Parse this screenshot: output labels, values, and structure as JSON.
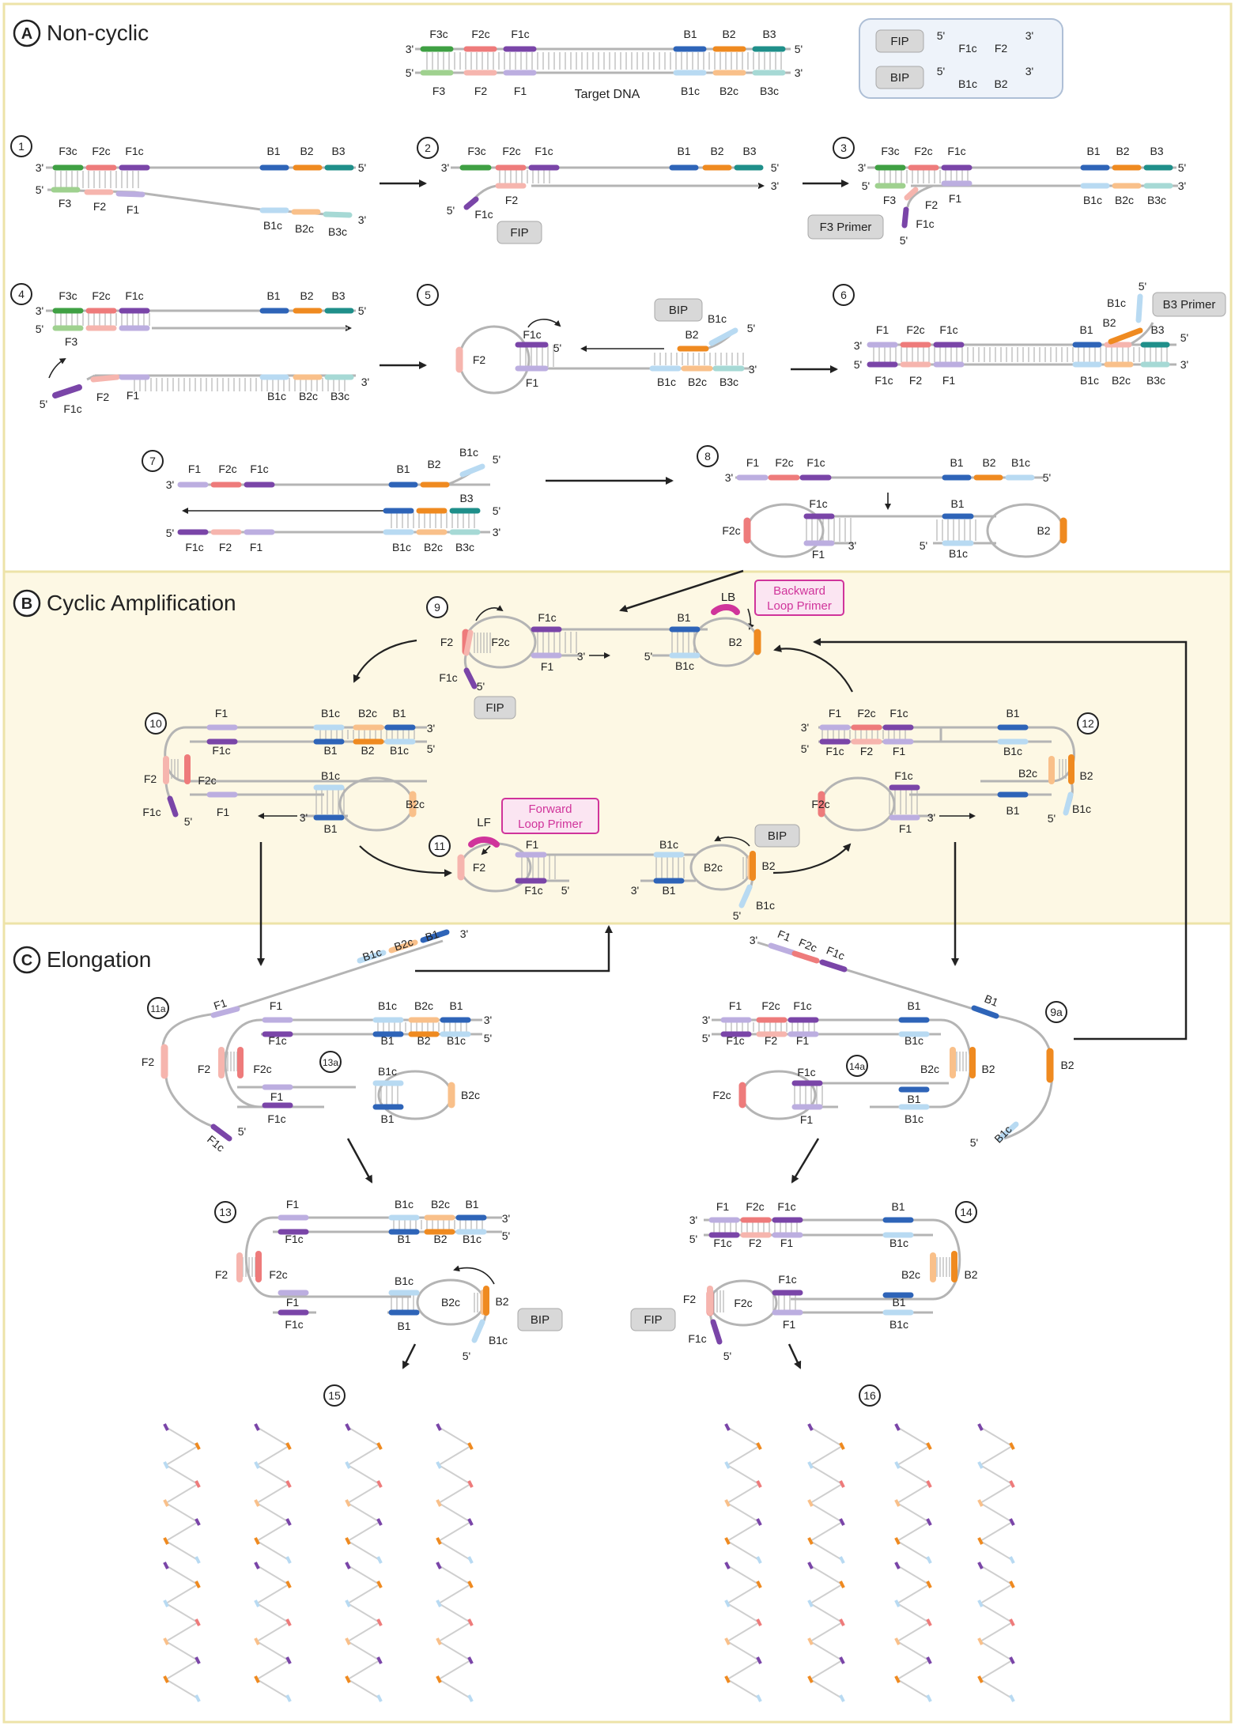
{
  "sections": {
    "A": {
      "letter": "A",
      "title": "Non-cyclic"
    },
    "B": {
      "letter": "B",
      "title": "Cyclic Amplification"
    },
    "C": {
      "letter": "C",
      "title": "Elongation"
    }
  },
  "target_label": "Target DNA",
  "legend": {
    "fip_label": "FIP",
    "bip_label": "BIP",
    "fip_parts": [
      "F1c",
      "F2"
    ],
    "bip_parts": [
      "B1c",
      "B2"
    ]
  },
  "primers": {
    "fip": "FIP",
    "bip": "BIP",
    "f3": "F3 Primer",
    "b3": "B3 Primer",
    "lb": "LB",
    "lf": "LF",
    "lb_name": [
      "Backward",
      "Loop Primer"
    ],
    "lf_name": [
      "Forward",
      "Loop Primer"
    ]
  },
  "ends": {
    "three": "3'",
    "five": "5'"
  },
  "regions": {
    "F3c": "F3c",
    "F2c": "F2c",
    "F1c": "F1c",
    "F3": "F3",
    "F2": "F2",
    "F1": "F1",
    "B1": "B1",
    "B2": "B2",
    "B3": "B3",
    "B1c": "B1c",
    "B2c": "B2c",
    "B3c": "B3c"
  },
  "steps": [
    "1",
    "2",
    "3",
    "4",
    "5",
    "6",
    "7",
    "8",
    "9",
    "10",
    "11",
    "12",
    "11a",
    "9a",
    "13a",
    "14a",
    "13",
    "14",
    "15",
    "16"
  ],
  "colors": {
    "panel_border": "#ede3a8",
    "panel_b_fill": "#fdf8e4",
    "strand": "#b4b4b4",
    "arrow": "#222222",
    "label_box": "#d8d8d8",
    "legend_box": "#eef3fa",
    "legend_border": "#aebfd6",
    "loop_primer": "#d0349b",
    "loop_box_fill": "#fbe5f2",
    "F3": "#3fa043",
    "F3l": "#9fd18f",
    "F2": "#ee7b7b",
    "F2l": "#f6b5ae",
    "F1": "#7a45a8",
    "F1l": "#bcaee0",
    "B1": "#2e64b8",
    "B1l": "#b8daf2",
    "B2": "#ef8a20",
    "B2l": "#f9c08a",
    "B3": "#1f8f8a",
    "B3l": "#a6d9d5"
  }
}
